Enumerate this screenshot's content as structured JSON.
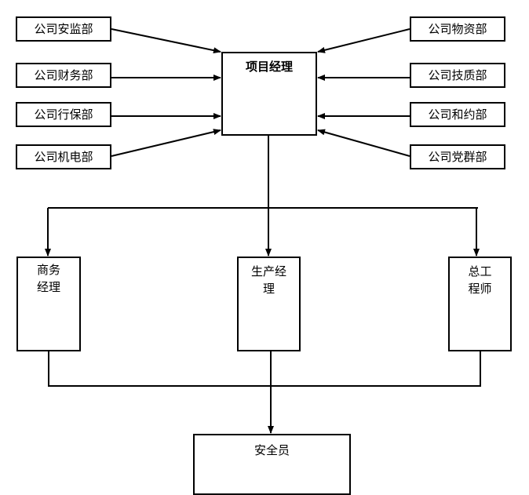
{
  "center": {
    "label": "项目经理"
  },
  "left_departments": [
    "公司安监部",
    "公司财务部",
    "公司行保部",
    "公司机电部"
  ],
  "right_departments": [
    "公司物资部",
    "公司技质部",
    "公司和约部",
    "公司党群部"
  ],
  "managers": [
    {
      "line1": "商务",
      "line2": "经理"
    },
    {
      "line1": "生产经",
      "line2": "理"
    },
    {
      "line1": "总工",
      "line2": "程师"
    }
  ],
  "bottom": {
    "label": "安全员"
  }
}
